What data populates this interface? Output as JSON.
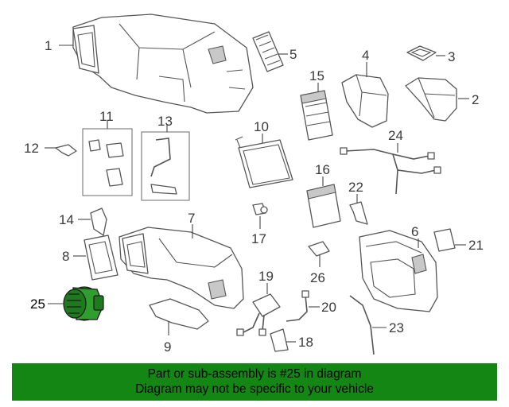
{
  "callouts": {
    "c1": "1",
    "c2": "2",
    "c3": "3",
    "c4": "4",
    "c5": "5",
    "c6": "6",
    "c7": "7",
    "c8": "8",
    "c9": "9",
    "c10": "10",
    "c11": "11",
    "c12": "12",
    "c13": "13",
    "c14": "14",
    "c15": "15",
    "c16": "16",
    "c17": "17",
    "c18": "18",
    "c19": "19",
    "c20": "20",
    "c21": "21",
    "c22": "22",
    "c23": "23",
    "c24": "24",
    "c25": "25",
    "c26": "26"
  },
  "highlight": {
    "part_number": "25",
    "color": "#2f9e2f"
  },
  "banner": {
    "line1": "Part or sub-assembly is #25 in diagram",
    "line2": "Diagram may not be specific to your vehicle",
    "background": "#148614"
  }
}
